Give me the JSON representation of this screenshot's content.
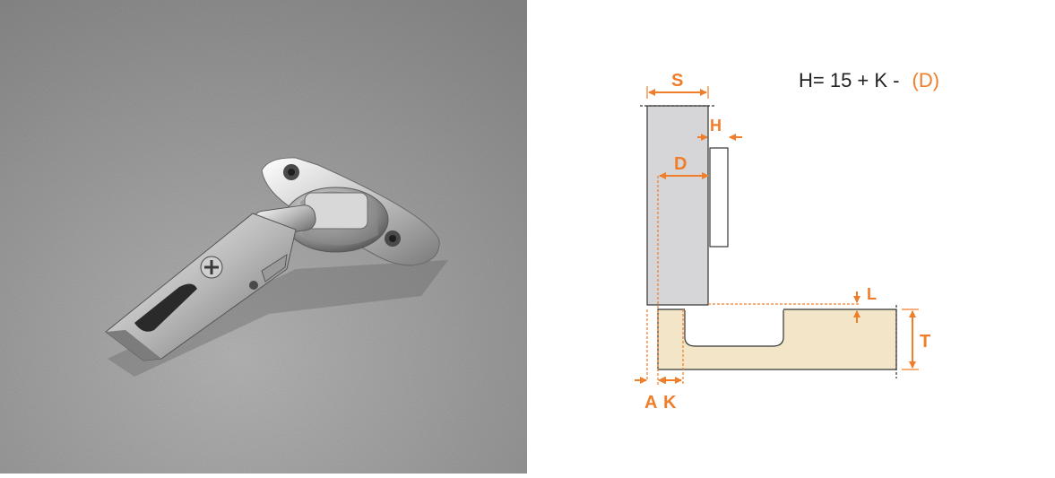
{
  "formula": {
    "main": "H= 15 + K -",
    "accent": "(D)"
  },
  "labels": {
    "S": "S",
    "H": "H",
    "D": "D",
    "L": "L",
    "T": "T",
    "A": "A",
    "K": "K"
  },
  "colors": {
    "accent": "#f07d2a",
    "cabinet_side": "#d6d6d8",
    "door_panel": "#f3e6c8",
    "photo_background": "#8e8e8e"
  },
  "icons": {
    "photo": "concealed-hinge-photo"
  }
}
